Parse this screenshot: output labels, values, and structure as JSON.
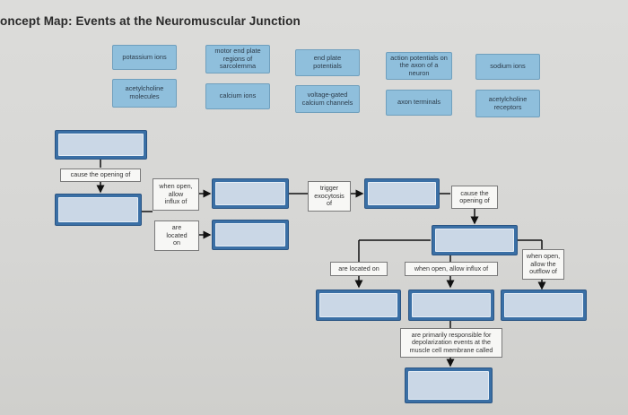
{
  "title": "oncept Map: Events at the Neuromuscular Junction",
  "word_bank": [
    "potassium ions",
    "motor end plate\nregions of\nsarcolemma",
    "end plate\npotentials",
    "action potentials on\nthe axon of a\nneuron",
    "sodium ions",
    "acetylcholine\nmolecules",
    "calcium ions",
    "voltage-gated\ncalcium channels",
    "axon terminals",
    "acetylcholine\nreceptors"
  ],
  "link_labels": {
    "cause_opening": "cause the opening of",
    "when_open_influx": "when open,\nallow\ninflux of",
    "are_located_on_left": "are\nlocated\non",
    "trigger_exocytosis": "trigger\nexocytosis\nof",
    "cause_opening_right": "cause the\nopening of",
    "are_located_on": "are located on",
    "when_open_influx_long": "when open, allow influx of",
    "when_open_outflow": "when open,\nallow the\noutflow of",
    "primarily_responsible": "are primarily responsible for\ndepolarization events at the\nmuscle cell membrane called"
  }
}
